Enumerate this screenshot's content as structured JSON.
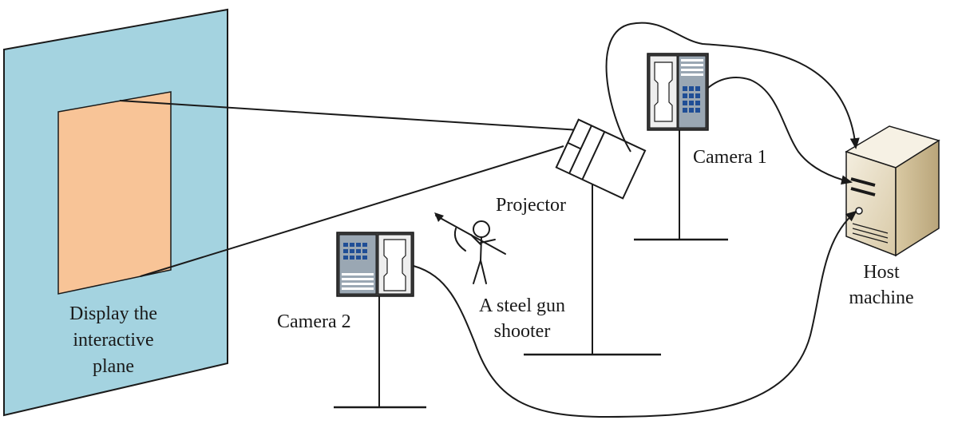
{
  "labels": {
    "display_line1": "Display the",
    "display_line2": "interactive",
    "display_line3": "plane",
    "camera1": "Camera 1",
    "camera2": "Camera 2",
    "projector": "Projector",
    "shooter_line1": "A steel gun",
    "shooter_line2": "shooter",
    "host_line1": "Host",
    "host_line2": "machine"
  },
  "colors": {
    "wall": "#a4d3e0",
    "screen": "#f8c497",
    "stroke": "#1a1a1a",
    "camera_panel": "#9aa7b3",
    "camera_key": "#1f4e96",
    "host_body": "#efe7d4",
    "host_shade": "#c6b690"
  }
}
